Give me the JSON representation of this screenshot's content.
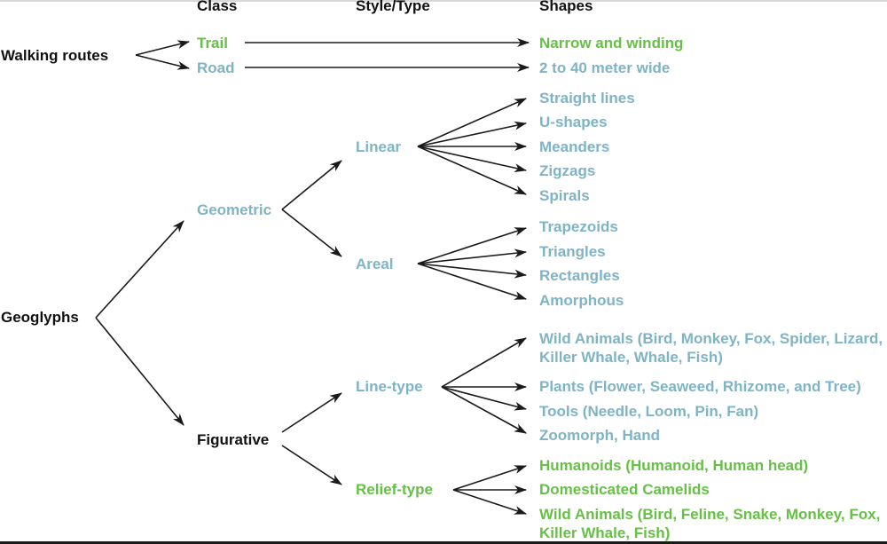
{
  "colors": {
    "black": "#111111",
    "blue": "#7fb3c6",
    "green": "#66c046",
    "arrow": "#1a1a1a"
  },
  "headers": {
    "class": "Class",
    "style_type": "Style/Type",
    "shapes": "Shapes"
  },
  "walking_routes": {
    "label": "Walking routes",
    "classes": [
      {
        "label": "Trail",
        "color": "green",
        "shape": "Narrow and winding"
      },
      {
        "label": "Road",
        "color": "blue",
        "shape": "2 to 40 meter wide"
      }
    ]
  },
  "geoglyphs": {
    "label": "Geoglyphs",
    "classes": [
      {
        "label": "Geometric",
        "color": "blue",
        "types": [
          {
            "label": "Linear",
            "color": "blue",
            "shapes": [
              "Straight lines",
              "U-shapes",
              "Meanders",
              "Zigzags",
              "Spirals"
            ]
          },
          {
            "label": "Areal",
            "color": "blue",
            "shapes": [
              "Trapezoids",
              "Triangles",
              "Rectangles",
              "Amorphous"
            ]
          }
        ]
      },
      {
        "label": "Figurative",
        "color": "black",
        "types": [
          {
            "label": "Line-type",
            "color": "blue",
            "shapes": [
              "Wild Animals (Bird, Monkey, Fox, Spider, Lizard, Killer Whale, Whale, Fish)",
              "Plants (Flower, Seaweed, Rhizome, and Tree)",
              "Tools (Needle, Loom, Pin, Fan)",
              "Zoomorph, Hand"
            ]
          },
          {
            "label": "Relief-type",
            "color": "green",
            "shapes": [
              "Humanoids (Humanoid, Human head)",
              "Domesticated Camelids",
              "Wild Animals (Bird, Feline, Snake, Monkey, Fox, Killer Whale, Fish)"
            ]
          }
        ]
      }
    ]
  }
}
